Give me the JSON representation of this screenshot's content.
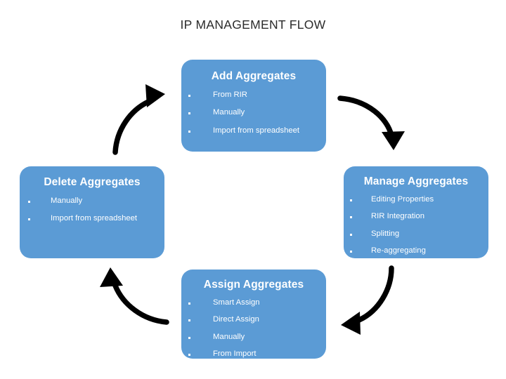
{
  "title": "IP MANAGEMENT FLOW",
  "theme": {
    "box_fill": "#5b9bd5",
    "box_text": "#ffffff",
    "title_text": "#2b2b2b",
    "arrow_color": "#000000",
    "background": "#ffffff"
  },
  "nodes": [
    {
      "id": "add",
      "heading": "Add Aggregates",
      "bullets": [
        "From RIR",
        "Manually",
        "Import from spreadsheet"
      ]
    },
    {
      "id": "manage",
      "heading": "Manage Aggregates",
      "bullets": [
        "Editing Properties",
        "RIR Integration",
        "Splitting",
        "Re-aggregating"
      ]
    },
    {
      "id": "assign",
      "heading": "Assign Aggregates",
      "bullets": [
        "Smart Assign",
        "Direct Assign",
        "Manually",
        "From Import"
      ]
    },
    {
      "id": "delete",
      "heading": "Delete Aggregates",
      "bullets": [
        "Manually",
        "Import from spreadsheet"
      ]
    }
  ],
  "arrows": [
    {
      "id": "add-to-manage",
      "from": "add",
      "to": "manage",
      "direction": "down-right"
    },
    {
      "id": "manage-to-assign",
      "from": "manage",
      "to": "assign",
      "direction": "down-left"
    },
    {
      "id": "assign-to-delete",
      "from": "assign",
      "to": "delete",
      "direction": "up-left"
    },
    {
      "id": "delete-to-add",
      "from": "delete",
      "to": "add",
      "direction": "up-right"
    }
  ]
}
